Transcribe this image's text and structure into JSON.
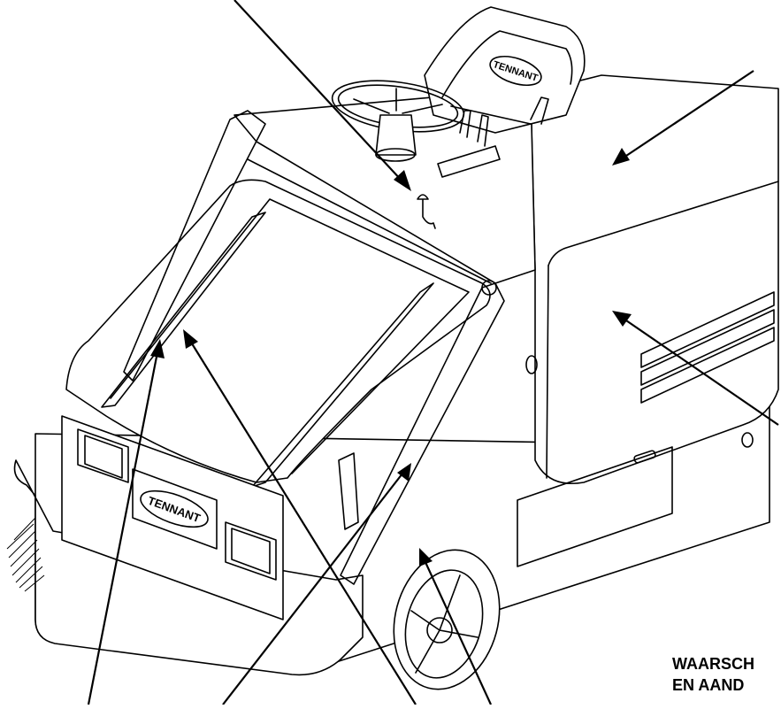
{
  "brand": {
    "seat_logo": "TENNANT",
    "front_logo": "TENNANT"
  },
  "caption": {
    "line1": "WAARSCH",
    "line2": "EN AAND"
  },
  "colors": {
    "line": "#000000",
    "background": "#ffffff"
  }
}
